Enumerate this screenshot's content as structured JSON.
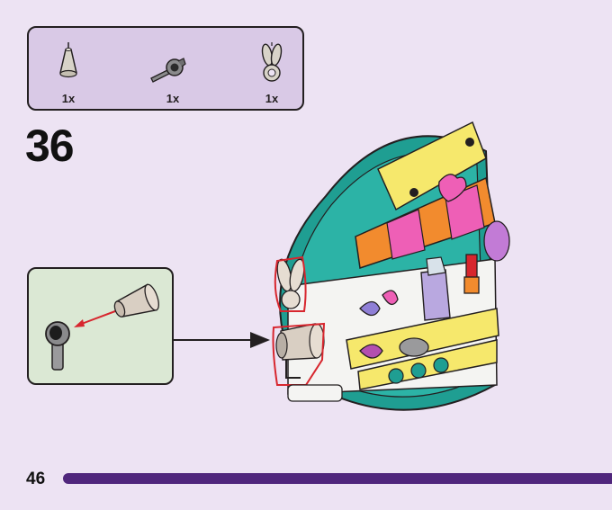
{
  "parts_list": {
    "items": [
      {
        "icon": "cone-brick-icon",
        "quantity": "1x"
      },
      {
        "icon": "clip-bar-icon",
        "quantity": "1x"
      },
      {
        "icon": "bunny-ears-icon",
        "quantity": "1x"
      }
    ]
  },
  "step": {
    "number": "36"
  },
  "page": {
    "number": "46"
  },
  "colors": {
    "page_background": "#ede3f3",
    "parts_box": "#d9c9e6",
    "callout_box": "#dbe8d4",
    "page_bar": "#50267c",
    "highlight": "#d7262e"
  }
}
